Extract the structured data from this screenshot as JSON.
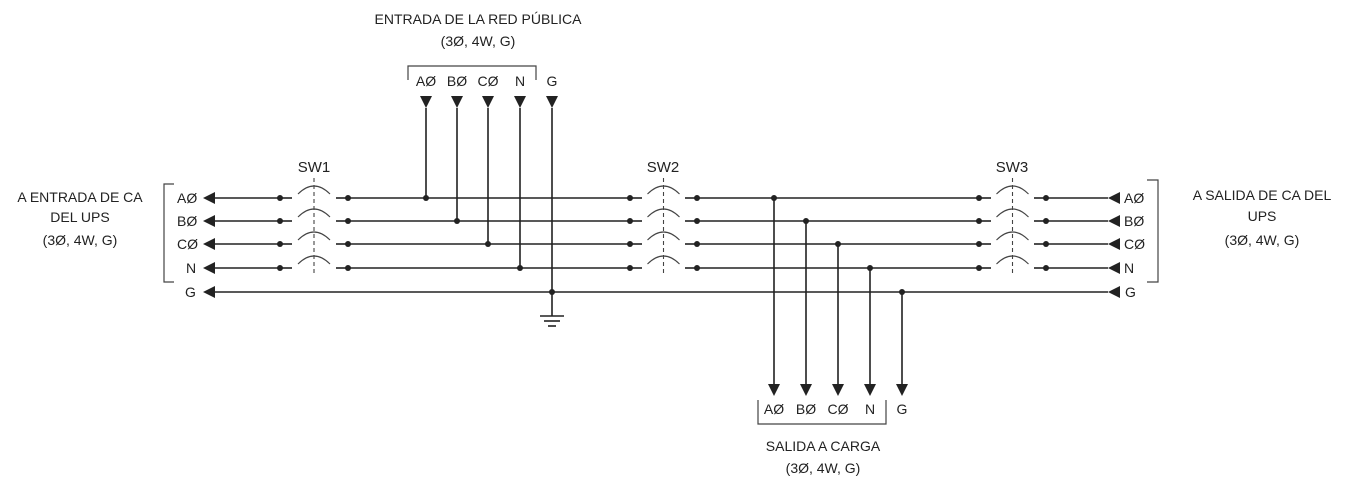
{
  "utility_input": {
    "title": "ENTRADA DE LA RED PÚBLICA",
    "spec": "(3Ø, 4W, G)",
    "terminals": [
      "AØ",
      "BØ",
      "CØ",
      "N",
      "G"
    ]
  },
  "ups_input": {
    "title_line1": "A ENTRADA DE CA",
    "title_line2": "DEL UPS",
    "spec": "(3Ø, 4W, G)",
    "terminals": [
      "AØ",
      "BØ",
      "CØ",
      "N",
      "G"
    ]
  },
  "ups_output": {
    "title_line1": "A SALIDA DE CA DEL",
    "title_line2": "UPS",
    "spec": "(3Ø, 4W, G)",
    "terminals": [
      "AØ",
      "BØ",
      "CØ",
      "N",
      "G"
    ]
  },
  "load_output": {
    "title": "SALIDA A CARGA",
    "spec": "(3Ø, 4W, G)",
    "terminals": [
      "AØ",
      "BØ",
      "CØ",
      "N",
      "G"
    ]
  },
  "switches": [
    "SW1",
    "SW2",
    "SW3"
  ]
}
